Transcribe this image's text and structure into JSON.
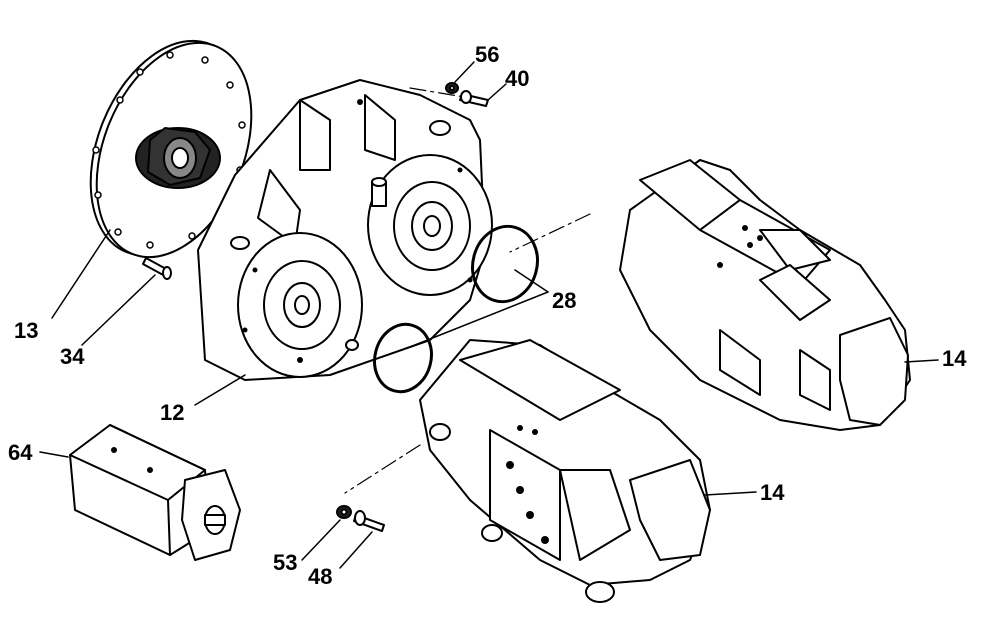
{
  "diagram": {
    "line_color": "#000000",
    "background": "#ffffff",
    "callouts": [
      {
        "id": "c56",
        "label": "56"
      },
      {
        "id": "c40",
        "label": "40"
      },
      {
        "id": "c28",
        "label": "28"
      },
      {
        "id": "c14a",
        "label": "14"
      },
      {
        "id": "c14b",
        "label": "14"
      },
      {
        "id": "c13",
        "label": "13"
      },
      {
        "id": "c34",
        "label": "34"
      },
      {
        "id": "c12",
        "label": "12"
      },
      {
        "id": "c64",
        "label": "64"
      },
      {
        "id": "c53",
        "label": "53"
      },
      {
        "id": "c48",
        "label": "48"
      }
    ]
  }
}
